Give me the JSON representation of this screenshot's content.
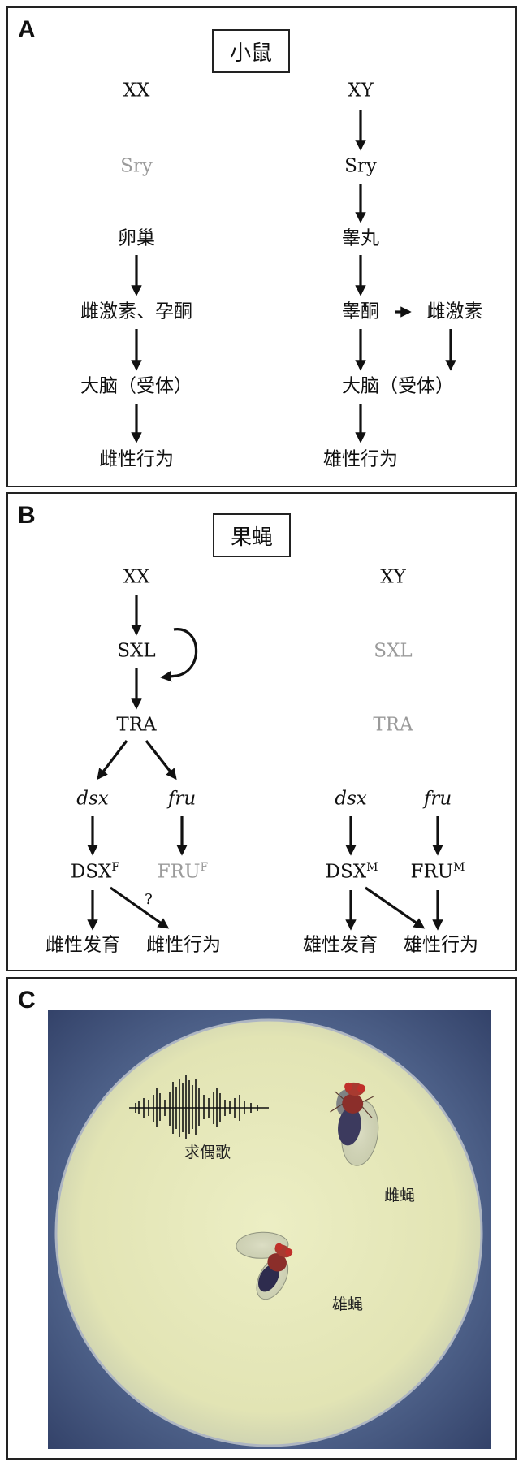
{
  "panel_a": {
    "label": "A",
    "title": "小鼠",
    "xx": "XX",
    "xy": "XY",
    "sry_female": "Sry",
    "sry_male": "Sry",
    "ovary": "卵巢",
    "testis": "睾丸",
    "estrogen_progesterone": "雌激素、孕酮",
    "testosterone": "睾酮",
    "estrogen": "雌激素",
    "brain_female": "大脑（受体）",
    "brain_male": "大脑（受体）",
    "female_behavior": "雌性行为",
    "male_behavior": "雄性行为"
  },
  "panel_b": {
    "label": "B",
    "title": "果蝇",
    "xx": "XX",
    "xy": "XY",
    "sxl_female": "SXL",
    "sxl_male": "SXL",
    "tra_female": "TRA",
    "tra_male": "TRA",
    "dsx_female": "dsx",
    "fru_female": "fru",
    "dsx_male": "dsx",
    "fru_male": "fru",
    "dsx_f": "DSX",
    "dsx_f_sup": "F",
    "fru_f": "FRU",
    "fru_f_sup": "F",
    "dsx_m": "DSX",
    "dsx_m_sup": "M",
    "fru_m": "FRU",
    "fru_m_sup": "M",
    "question": "?",
    "female_dev": "雌性发育",
    "female_behavior": "雌性行为",
    "male_dev": "雄性发育",
    "male_behavior": "雄性行为"
  },
  "panel_c": {
    "label": "C",
    "female_fly": "雌蝇",
    "male_fly": "雄蝇",
    "courtship_song": "求偶歌"
  },
  "colors": {
    "gray_text": "#9a9a9a",
    "dish": "#e4e5b8",
    "background_blue": "#4a5e86"
  }
}
